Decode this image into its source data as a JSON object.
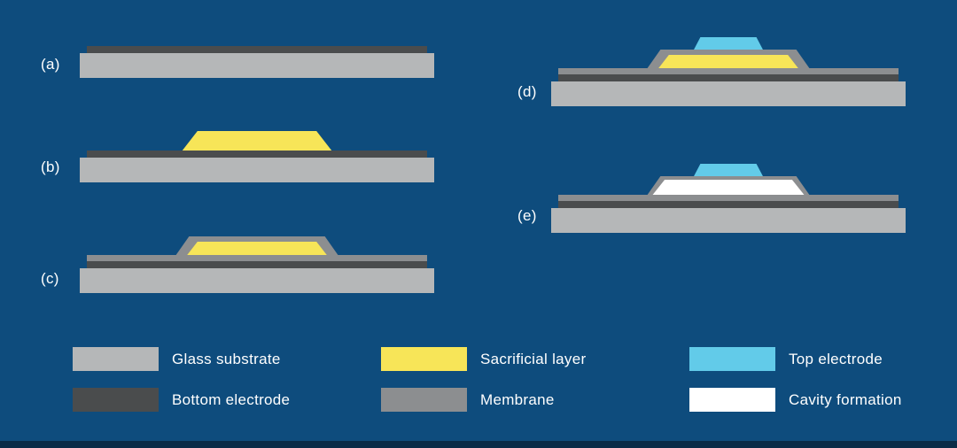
{
  "colors": {
    "bg": "#0e4c7d",
    "substrate": "#b5b7b8",
    "bottom_electrode": "#4a4c4d",
    "membrane": "#8c8e90",
    "sacrificial": "#f7e558",
    "top_electrode": "#62cbe9",
    "cavity": "#ffffff",
    "text": "#ffffff",
    "footer_bar": "#0a2b47"
  },
  "panels": [
    {
      "label": "(a)",
      "layers": [
        "glass-substrate",
        "bottom-electrode"
      ]
    },
    {
      "label": "(b)",
      "layers": [
        "glass-substrate",
        "bottom-electrode",
        "sacrificial-layer"
      ]
    },
    {
      "label": "(c)",
      "layers": [
        "glass-substrate",
        "bottom-electrode",
        "sacrificial-layer",
        "membrane"
      ]
    },
    {
      "label": "(d)",
      "layers": [
        "glass-substrate",
        "bottom-electrode",
        "sacrificial-layer",
        "membrane",
        "top-electrode"
      ]
    },
    {
      "label": "(e)",
      "layers": [
        "glass-substrate",
        "bottom-electrode",
        "cavity-formation",
        "membrane",
        "top-electrode"
      ]
    }
  ],
  "legend": {
    "items": [
      {
        "label": "Glass substrate",
        "color_key": "substrate"
      },
      {
        "label": "Bottom electrode",
        "color_key": "bottom_electrode"
      },
      {
        "label": "Sacrificial layer",
        "color_key": "sacrificial"
      },
      {
        "label": "Membrane",
        "color_key": "membrane"
      },
      {
        "label": "Top electrode",
        "color_key": "top_electrode"
      },
      {
        "label": "Cavity formation",
        "color_key": "cavity"
      }
    ]
  }
}
